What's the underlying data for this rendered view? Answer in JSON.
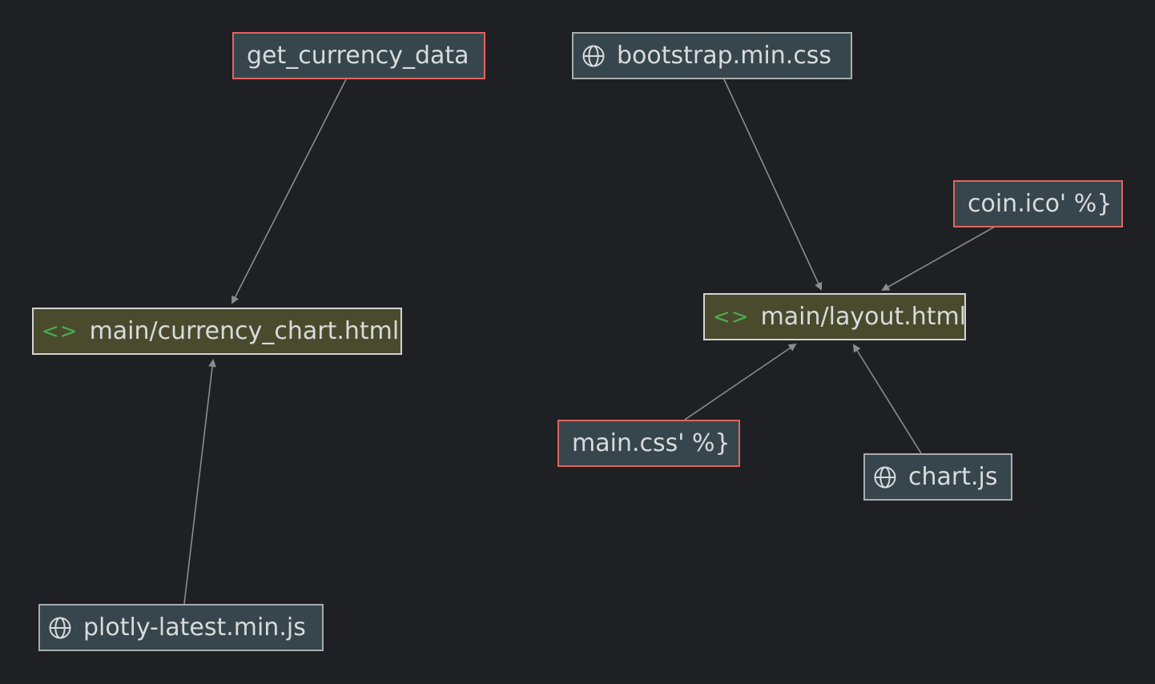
{
  "nodes": {
    "get_currency_data": {
      "label": "get_currency_data",
      "kind": "unresolved",
      "icon": ""
    },
    "bootstrap": {
      "label": "bootstrap.min.css",
      "kind": "external",
      "icon": "globe-icon"
    },
    "coin_ico": {
      "label": "coin.ico' %}",
      "kind": "unresolved",
      "icon": ""
    },
    "currency_chart": {
      "label": "main/currency_chart.html",
      "kind": "template",
      "icon": "code-icon"
    },
    "layout": {
      "label": "main/layout.html",
      "kind": "template",
      "icon": "code-icon"
    },
    "main_css": {
      "label": "main.css' %}",
      "kind": "unresolved",
      "icon": ""
    },
    "chart_js": {
      "label": "chart.js",
      "kind": "external",
      "icon": "globe-icon"
    },
    "plotly": {
      "label": "plotly-latest.min.js",
      "kind": "external",
      "icon": "globe-icon"
    }
  },
  "icons": {
    "code": "<>"
  },
  "edges": [
    {
      "from": "get_currency_data",
      "to": "currency_chart"
    },
    {
      "from": "plotly",
      "to": "currency_chart"
    },
    {
      "from": "bootstrap",
      "to": "layout"
    },
    {
      "from": "coin_ico",
      "to": "layout"
    },
    {
      "from": "main_css",
      "to": "layout"
    },
    {
      "from": "chart_js",
      "to": "layout"
    }
  ],
  "colors": {
    "background": "#1f2023",
    "edge": "#8a8c8d",
    "template_fill": "#4a4a2d",
    "external_fill": "#36464c",
    "unresolved_border": "#e06461",
    "code_icon": "#4caf50"
  }
}
